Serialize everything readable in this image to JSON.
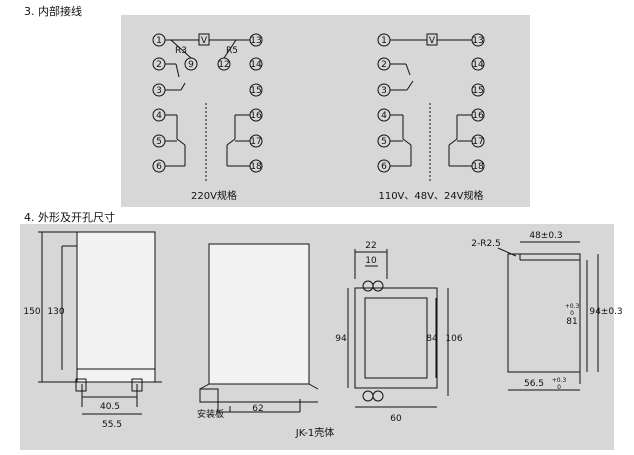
{
  "sections": {
    "internal_wiring": "3. 内部接线",
    "outline": "4. 外形及开孔尺寸"
  },
  "wiring": {
    "left_caption": "220V规格",
    "right_caption": "110V、48V、24V规格",
    "meter_label": "V",
    "resistors": {
      "r3": "R3",
      "r5": "R5"
    },
    "left_terminals": [
      "1",
      "2",
      "3",
      "4",
      "5",
      "6"
    ],
    "right_terminals": [
      "13",
      "14",
      "15",
      "16",
      "17",
      "18"
    ],
    "mid_terminals": [
      "9",
      "12"
    ]
  },
  "outline": {
    "caption": "JK-1壳体",
    "mount_plate_label": "安装板",
    "dims": {
      "h150": "150",
      "h130": "130",
      "w40_5": "40.5",
      "w55_5": "55.5",
      "w62": "62",
      "w22": "22",
      "w10": "10",
      "h94": "94",
      "h84": "84",
      "h106": "106",
      "w60": "60",
      "r2_5": "2-R2.5",
      "w48": "48±0.3",
      "h81": "81",
      "h81_tol": "+0.3",
      "h81_tol0": "0",
      "w56_5": "56.5",
      "w56_5_tol": "+0.3",
      "w56_5_tol0": "0",
      "h94b": "94±0.3"
    }
  }
}
